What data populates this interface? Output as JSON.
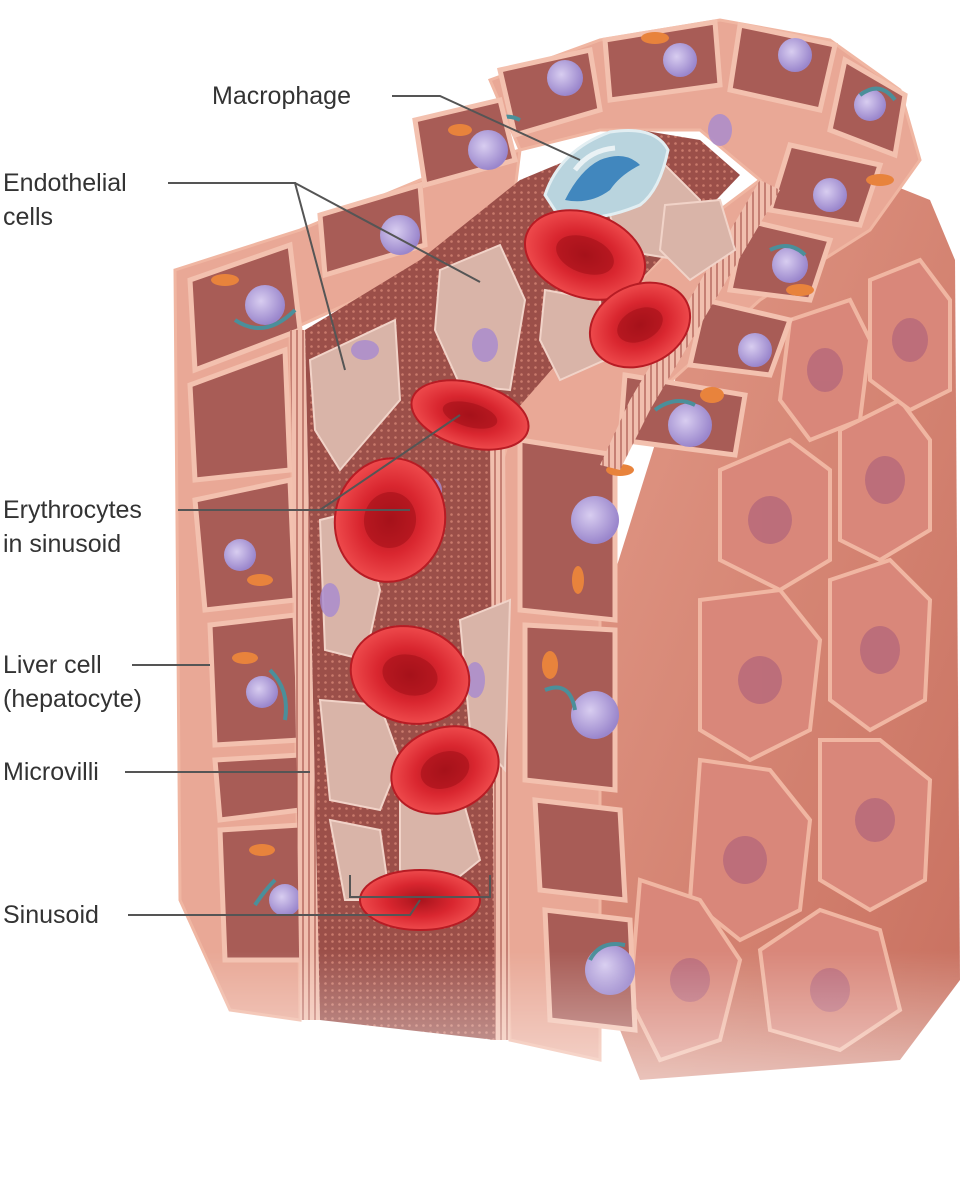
{
  "labels": {
    "macrophage": "Macrophage",
    "endothelial": [
      "Endothelial",
      "cells"
    ],
    "erythrocytes": [
      "Erythrocytes",
      "in sinusoid"
    ],
    "liver_cell": [
      "Liver cell",
      "(hepatocyte)"
    ],
    "microvilli": "Microvilli",
    "sinusoid": "Sinusoid"
  },
  "colors": {
    "hepatocyte": "#d9897a",
    "hepatocyte_face": "#c96f62",
    "cell_interior": "#a85c56",
    "cell_border": "#efb7a3",
    "nucleus": "#a995d6",
    "erythrocyte": "#d8262f",
    "endothelial": "#d4aea2",
    "macrophage": "#b8d3de",
    "leader_line": "#555555"
  }
}
